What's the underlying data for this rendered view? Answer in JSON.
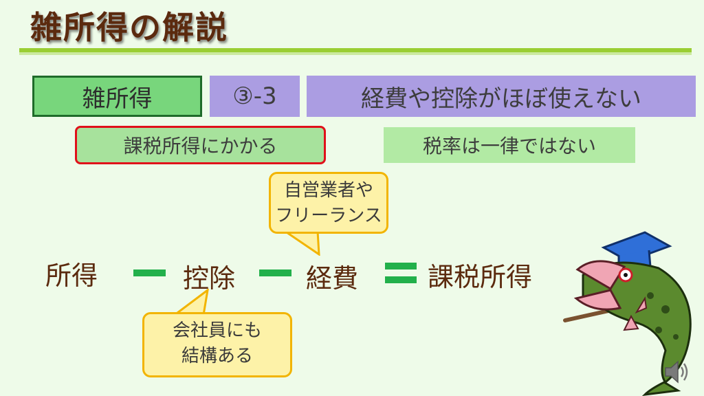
{
  "slide": {
    "title": "雑所得の解説",
    "category": "雑所得",
    "number": "③-3",
    "description": "経費や控除がほぼ使えない",
    "tax_note": "課税所得にかかる",
    "rate_note": "税率は一律ではない"
  },
  "equation": {
    "term1": "所得",
    "term2": "控除",
    "term3": "経費",
    "result": "課税所得"
  },
  "callouts": {
    "top": [
      "自営業者や",
      "フリーランス"
    ],
    "bottom": [
      "会社員にも",
      "結構ある"
    ]
  },
  "icons": [
    "fish-mascot-icon",
    "speaker-icon"
  ],
  "colors": {
    "title": "#5b2a0e",
    "accent_green": "#22b04b",
    "category_green": "#78d67c",
    "purple": "#ab9de2",
    "highlight_red": "#e0101a",
    "callout_yellow": "#fdf2a8"
  }
}
